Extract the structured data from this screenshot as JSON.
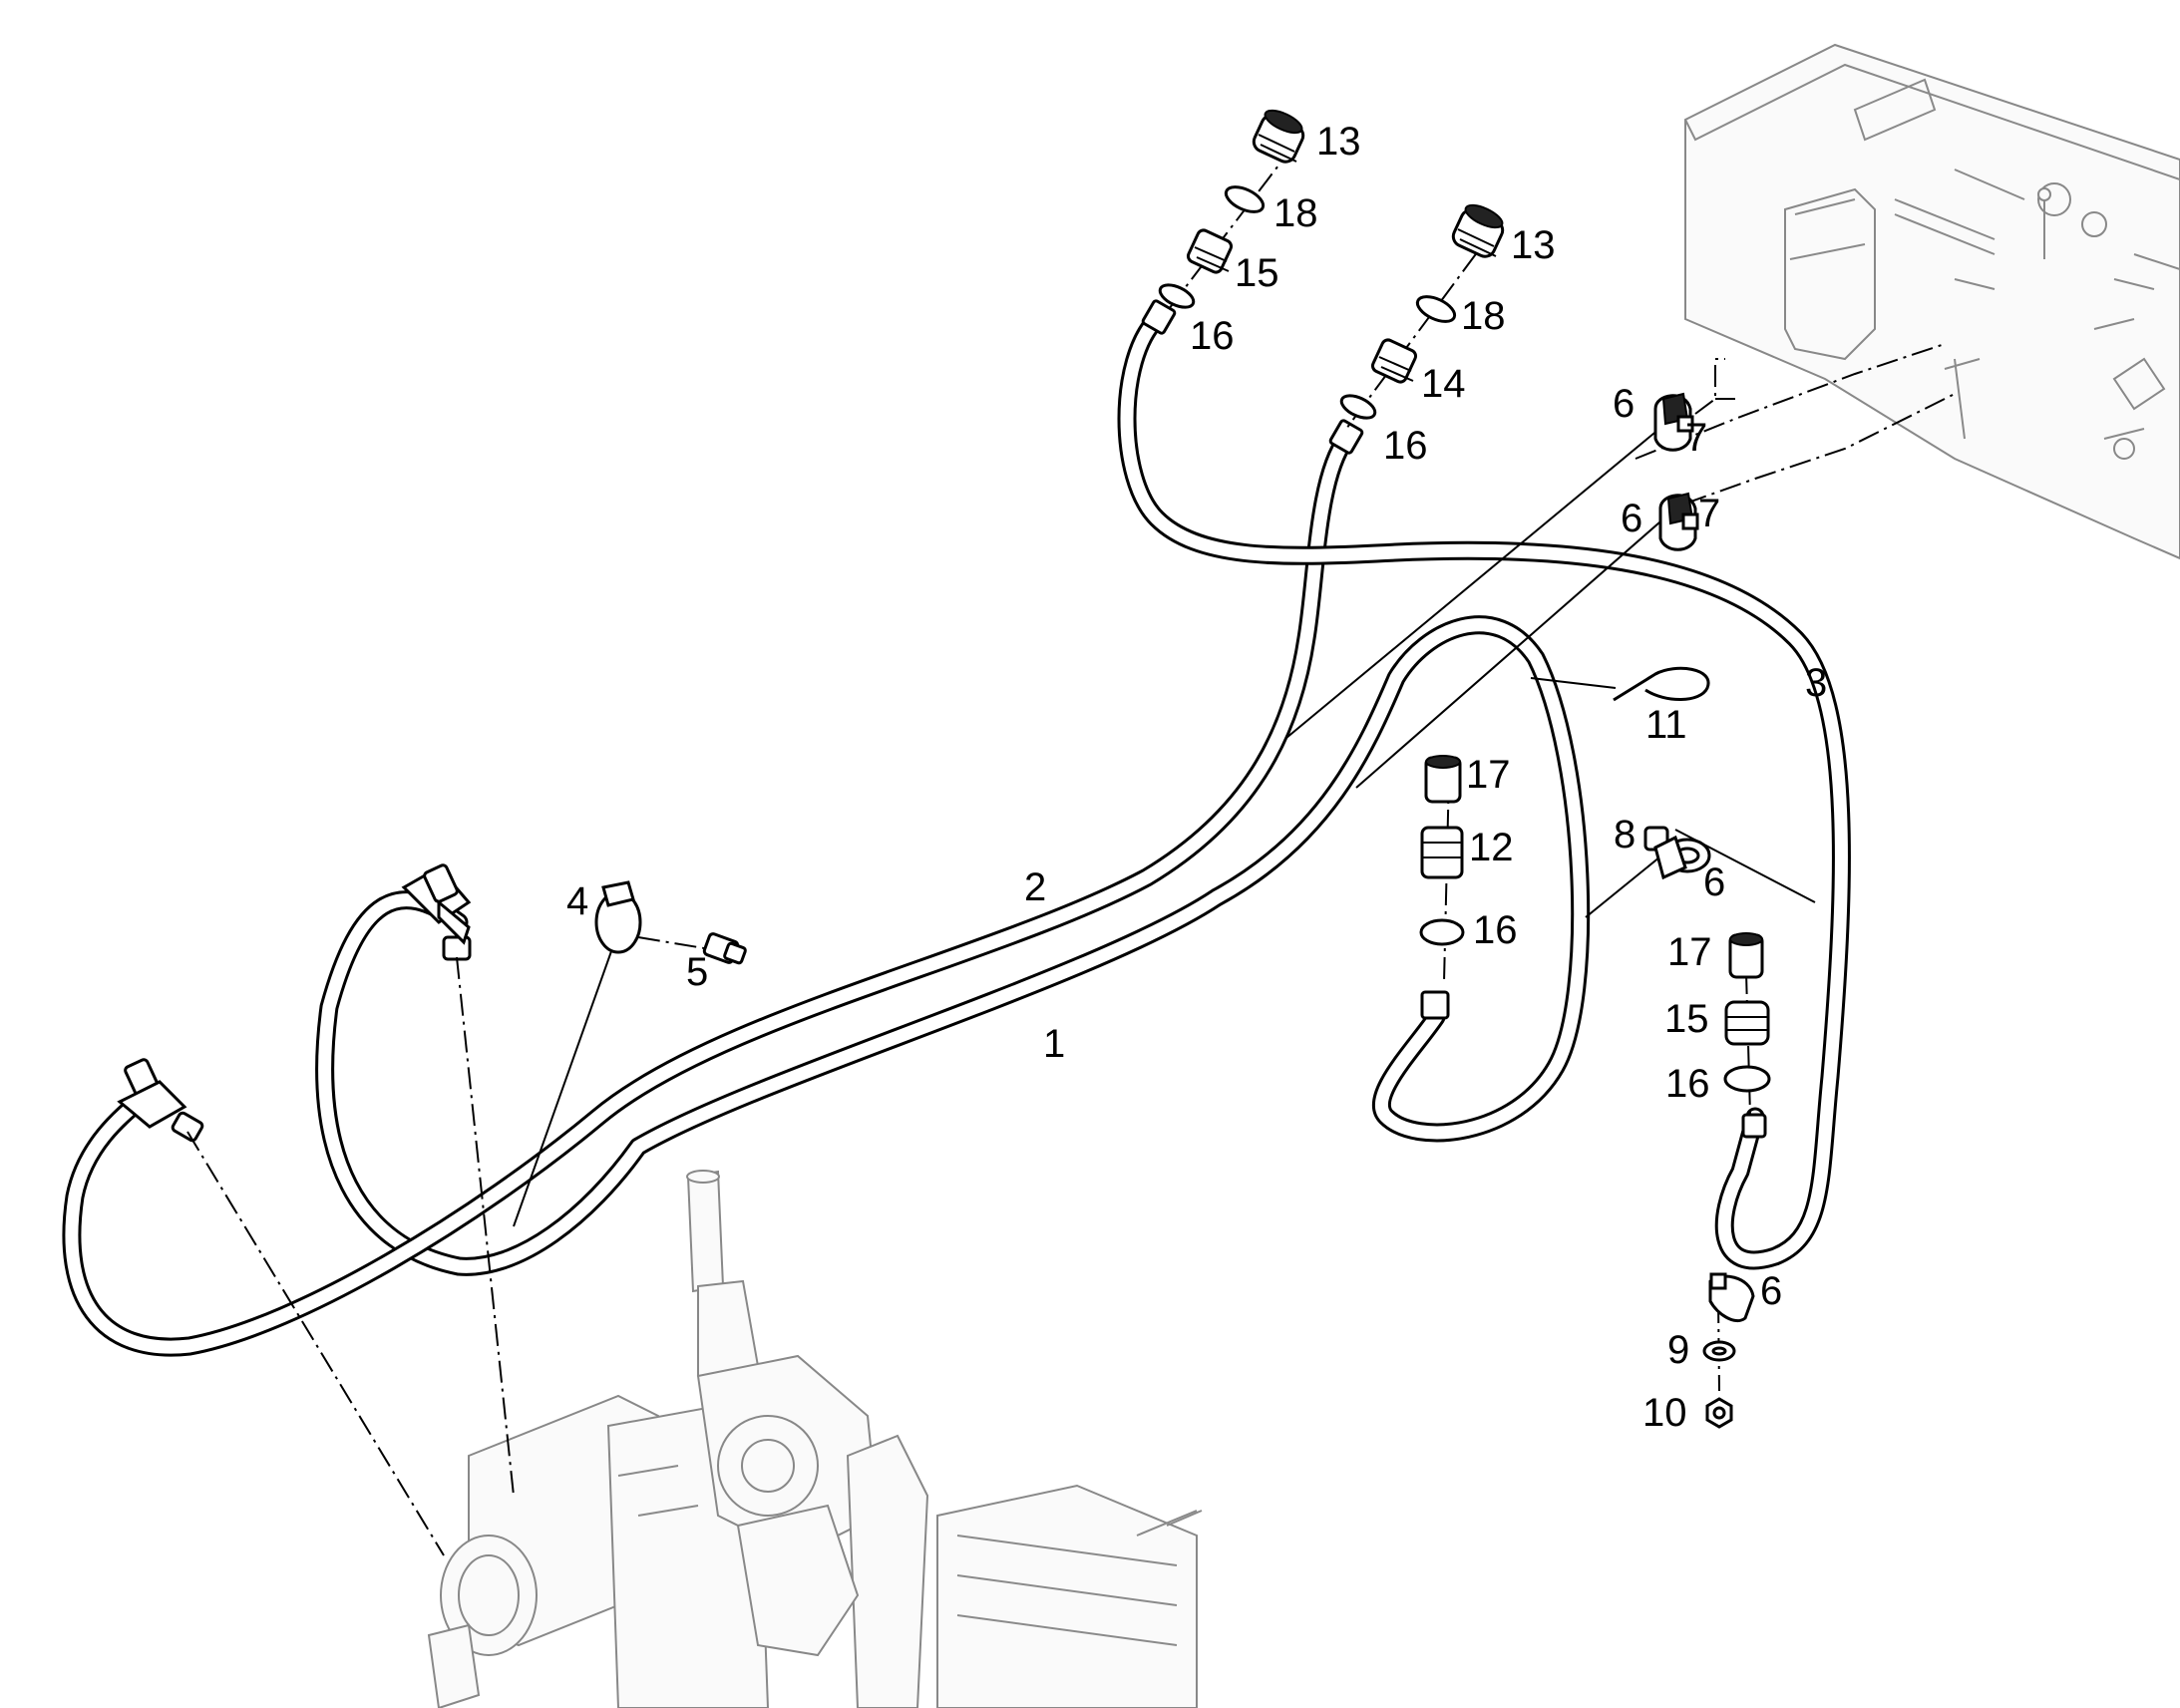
{
  "callouts": {
    "c1": "1",
    "c2": "2",
    "c3": "3",
    "c4": "4",
    "c5": "5",
    "c6a": "6",
    "c6b": "6",
    "c6c": "6",
    "c6d": "6",
    "c7a": "7",
    "c7b": "7",
    "c8": "8",
    "c9": "9",
    "c10": "10",
    "c11": "11",
    "c12": "12",
    "c13a": "13",
    "c13b": "13",
    "c14": "14",
    "c15a": "15",
    "c15b": "15",
    "c16a": "16",
    "c16b": "16",
    "c16c": "16",
    "c16d": "16",
    "c17a": "17",
    "c17b": "17",
    "c18a": "18",
    "c18b": "18"
  },
  "colors": {
    "line": "#000000",
    "ghost": "#8a8a8a",
    "background": "#ffffff"
  }
}
